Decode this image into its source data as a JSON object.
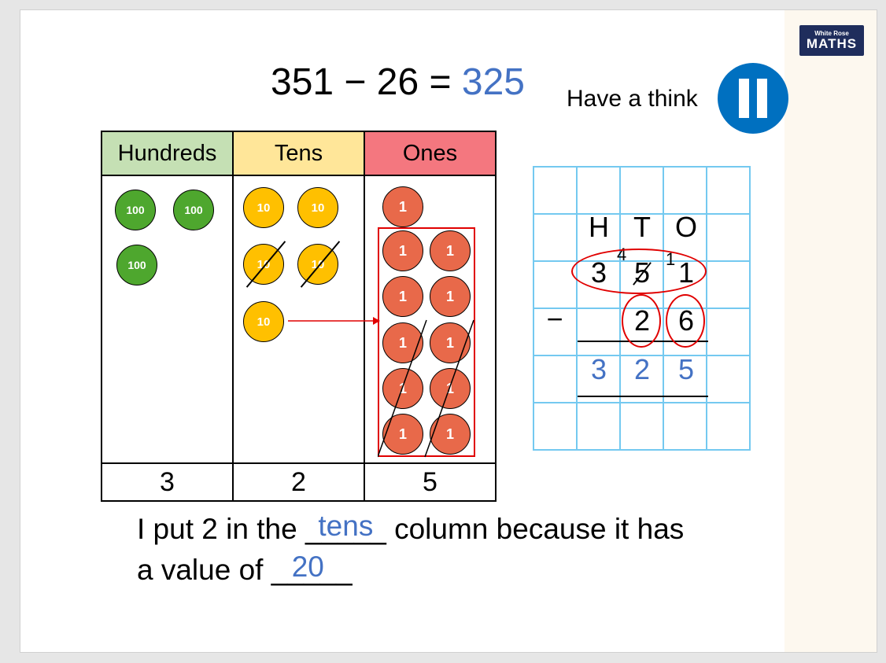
{
  "logo": {
    "line1": "White Rose",
    "line2": "MATHS"
  },
  "equation": {
    "left": "351 − 26 =",
    "answer": "325"
  },
  "think": {
    "label": "Have a think",
    "icon": "pause-icon"
  },
  "place_value_chart": {
    "headers": [
      "Hundreds",
      "Tens",
      "Ones"
    ],
    "header_colors": [
      "#c5e0b4",
      "#ffe699",
      "#f4777f"
    ],
    "counters": {
      "hundreds": "100",
      "tens": "10",
      "ones": "1"
    },
    "totals": [
      "3",
      "2",
      "5"
    ]
  },
  "column_method": {
    "headings": [
      "H",
      "T",
      "O"
    ],
    "top": [
      "3",
      "5",
      "1"
    ],
    "exchange_tens": "4",
    "exchange_ones": "1",
    "operator": "−",
    "bottom": [
      "2",
      "6"
    ],
    "answer": [
      "3",
      "2",
      "5"
    ]
  },
  "sentence": {
    "line1_before": "I put 2 in the ",
    "line1_blank": "_____",
    "line1_answer": "tens",
    "line1_after": " column because it has",
    "line2_before": "a value of ",
    "line2_blank": "_____",
    "line2_answer": "20"
  },
  "colors": {
    "accent_blue": "#4472c4",
    "pause_blue": "#0070c0",
    "grid_line": "#74c9f0",
    "red_mark": "#e00000"
  }
}
